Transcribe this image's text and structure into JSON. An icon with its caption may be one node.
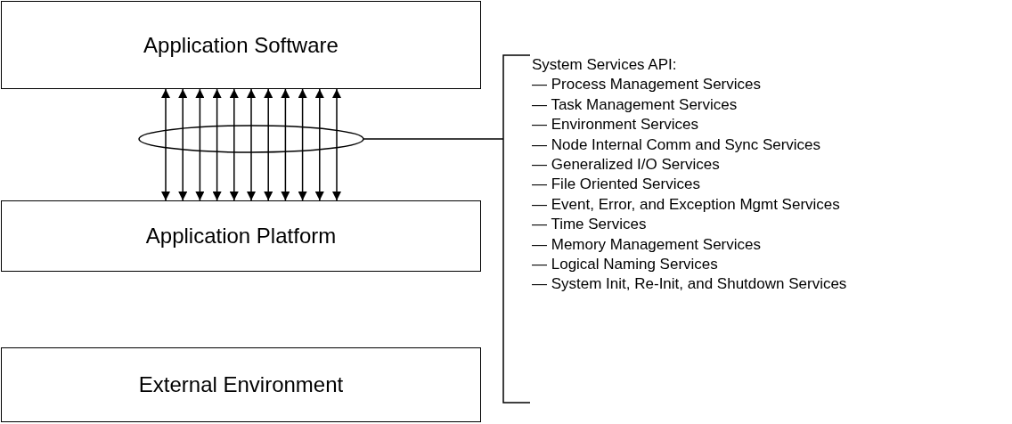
{
  "diagram": {
    "nodes": [
      {
        "text": [
          "Application Software"
        ]
      },
      {
        "text": [
          "Application Platform"
        ]
      },
      {
        "text": [
          "External Environment"
        ]
      },
      {
        "text": [
          "System Services API:",
          "— Process Management Services",
          "— Task Management Services",
          "— Environment Services",
          "— Node Internal Comm and Sync Services",
          "— Generalized I/O Services",
          "— File Oriented Services",
          "— Event, Error, and Exception Mgmt Services",
          "— Time Services",
          "— Memory Management Services",
          "— Logical Naming Services",
          "— System Init, Re-Init, and Shutdown Services"
        ]
      }
    ],
    "edges": [
      {
        "from": 0,
        "to": 1,
        "arrow": "both"
      },
      {
        "from": 0,
        "to": 1,
        "arrow": "both"
      },
      {
        "from": 0,
        "to": 1,
        "arrow": "both"
      },
      {
        "from": 0,
        "to": 1,
        "arrow": "both"
      },
      {
        "from": 0,
        "to": 1,
        "arrow": "both"
      },
      {
        "from": 0,
        "to": 1,
        "arrow": "both"
      },
      {
        "from": 0,
        "to": 1,
        "arrow": "both"
      },
      {
        "from": 0,
        "to": 1,
        "arrow": "both"
      },
      {
        "from": 0,
        "to": 1,
        "arrow": "both"
      },
      {
        "from": 0,
        "to": 1,
        "arrow": "both"
      },
      {
        "from": 0,
        "to": 1,
        "arrow": "both"
      },
      {
        "from": 3,
        "to": null,
        "arrow": "none"
      }
    ]
  }
}
